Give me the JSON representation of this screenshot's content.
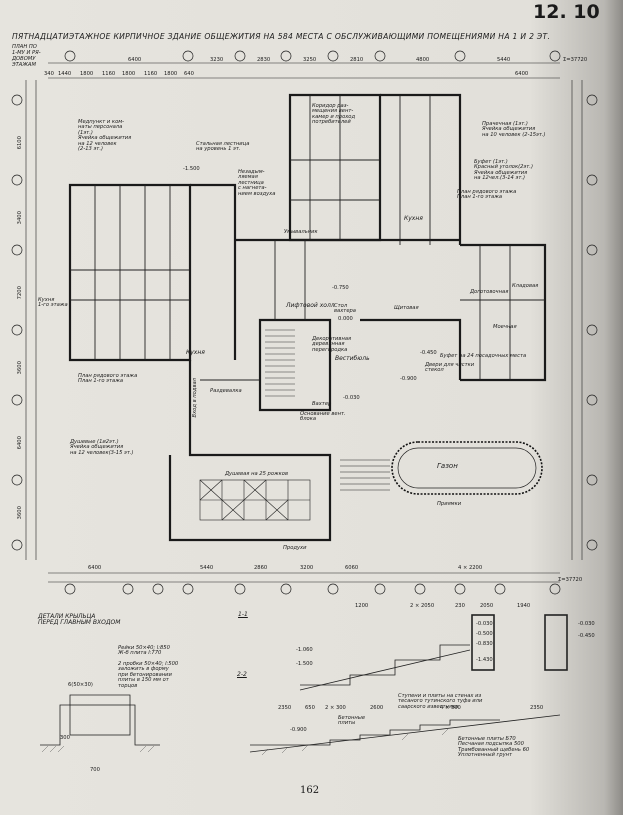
{
  "header": {
    "section_number": "12. 10",
    "title": "ПЯТНАДЦАТИЭТАЖНОЕ КИРПИЧНОЕ ЗДАНИЕ ОБЩЕЖИТИЯ НА 584 МЕСТА С ОБСЛУЖИВАЮЩИМИ ПОМЕЩЕНИЯМИ НА 1 И 2 ЭТ."
  },
  "plan": {
    "title_lines": [
      "ПЛАН ПО",
      "1-МУ И РЯ-",
      "ДОВОМУ",
      "ЭТАЖАМ"
    ],
    "top_dims": [
      "6400",
      "3230",
      "2830",
      "3250",
      "2810",
      "4800",
      "5440",
      "6400"
    ],
    "top_dims_2": [
      "340",
      "1440",
      "1800",
      "1160",
      "1800",
      "1160",
      "1800",
      "640"
    ],
    "total": "Σ=37720",
    "side_dims_left": [
      "6100",
      "3400",
      "7200",
      "3600",
      "6400",
      "3600"
    ],
    "rooms": [
      {
        "text": "Медпункт и ком-\nнаты персонала\n(1эт.)\nЯчейка общежития\nна 12 человек\n(2-13 эт.)"
      },
      {
        "text": "Стальная лестница\nна уровень 1 эт."
      },
      {
        "text": "Коридор раз-\nмещения вент-\nкамер и проход\nпотребителей"
      },
      {
        "text": "Прачечная (1эт.)\nЯчейка общежития\nна 10 человек (2-15эт.)"
      },
      {
        "text": "Буфет (1эт.)\nКрасный уголок(2эт.)\nЯчейка общежития\nна 12чел.(3-14 эт.)"
      },
      {
        "text": "План рядового этажа\nПлан 1-го этажа"
      },
      {
        "text": "Незадым-\nляемая\nлестница\nс нагнета-\nнием воздуха"
      },
      {
        "text": "Кухня"
      },
      {
        "text": "Лифтовой холл"
      },
      {
        "text": "Стол\nвахтера"
      },
      {
        "text": "Декоративная\nдеревянная\nперегородка"
      },
      {
        "text": "Вестибюль"
      },
      {
        "text": "Щитовая"
      },
      {
        "text": "Основание вент.\nблока"
      },
      {
        "text": "Доготовочная"
      },
      {
        "text": "Кладовая"
      },
      {
        "text": "Моечная"
      },
      {
        "text": "Буфет на 24 посадочных места"
      },
      {
        "text": "Двери для чистки\nстекол"
      },
      {
        "text": "Кухня"
      },
      {
        "text": "Раздевалка"
      },
      {
        "text": "Вахтер"
      },
      {
        "text": "План рядового этажа\nПлан 1-го этажа"
      },
      {
        "text": "Газон"
      },
      {
        "text": "Душевые (1и2эт.)\nЯчейка общежития\nна 12 человек(3-15 эт.)"
      },
      {
        "text": "Душевая на 25 рожков"
      },
      {
        "text": "Продухи"
      },
      {
        "text": "Кухня\n1-го этажа"
      },
      {
        "text": "Вход в подвал"
      },
      {
        "text": "Приямки"
      },
      {
        "text": "Умывальник"
      }
    ],
    "bottom_dims": [
      "6400",
      "5440",
      "2860",
      "3200",
      "6060",
      "4 × 2200"
    ],
    "bottom_total": "Σ=37720",
    "levels": [
      "-1.500",
      "-0.450",
      "-0.900",
      "0.000",
      "-0.030",
      "-0.750"
    ]
  },
  "details": {
    "title": "ДЕТАЛИ КРЫЛЬЦА\nПЕРЕД ГЛАВНЫМ ВХОДОМ",
    "section_1": "1-1",
    "section_2": "2-2",
    "note_1": "Рейки 50×40; l:850\nЖ-б плита l:770",
    "note_2": "2 пробки 50×40; l:500\nзаложить в форму\nпри бетонировании\nплиты в 150 мм от\nторцов",
    "note_3": "Ступени и плиты на стенах из\nтесаного тутинского туфа или\nсаарского известняка",
    "note_4": "Бетонные\nплиты",
    "note_5": "Бетонные плиты Б70\nПесчаная подсыпка 500\nТрамбованный щебень 60\nУплотненный грунт",
    "dim_1": "6(50×30)",
    "levels": [
      "-0.030",
      "-0.500",
      "-0.830",
      "-1.060",
      "-1.430",
      "-1.500",
      "-0.900",
      "-0.030",
      "-0.450"
    ],
    "dims": [
      "1200",
      "2 × 2050",
      "230",
      "2050",
      "1940",
      "2350",
      "650",
      "2 × 300",
      "2600",
      "4 × 300",
      "2350",
      "300",
      "700"
    ]
  },
  "footer": {
    "page_number": "162"
  }
}
